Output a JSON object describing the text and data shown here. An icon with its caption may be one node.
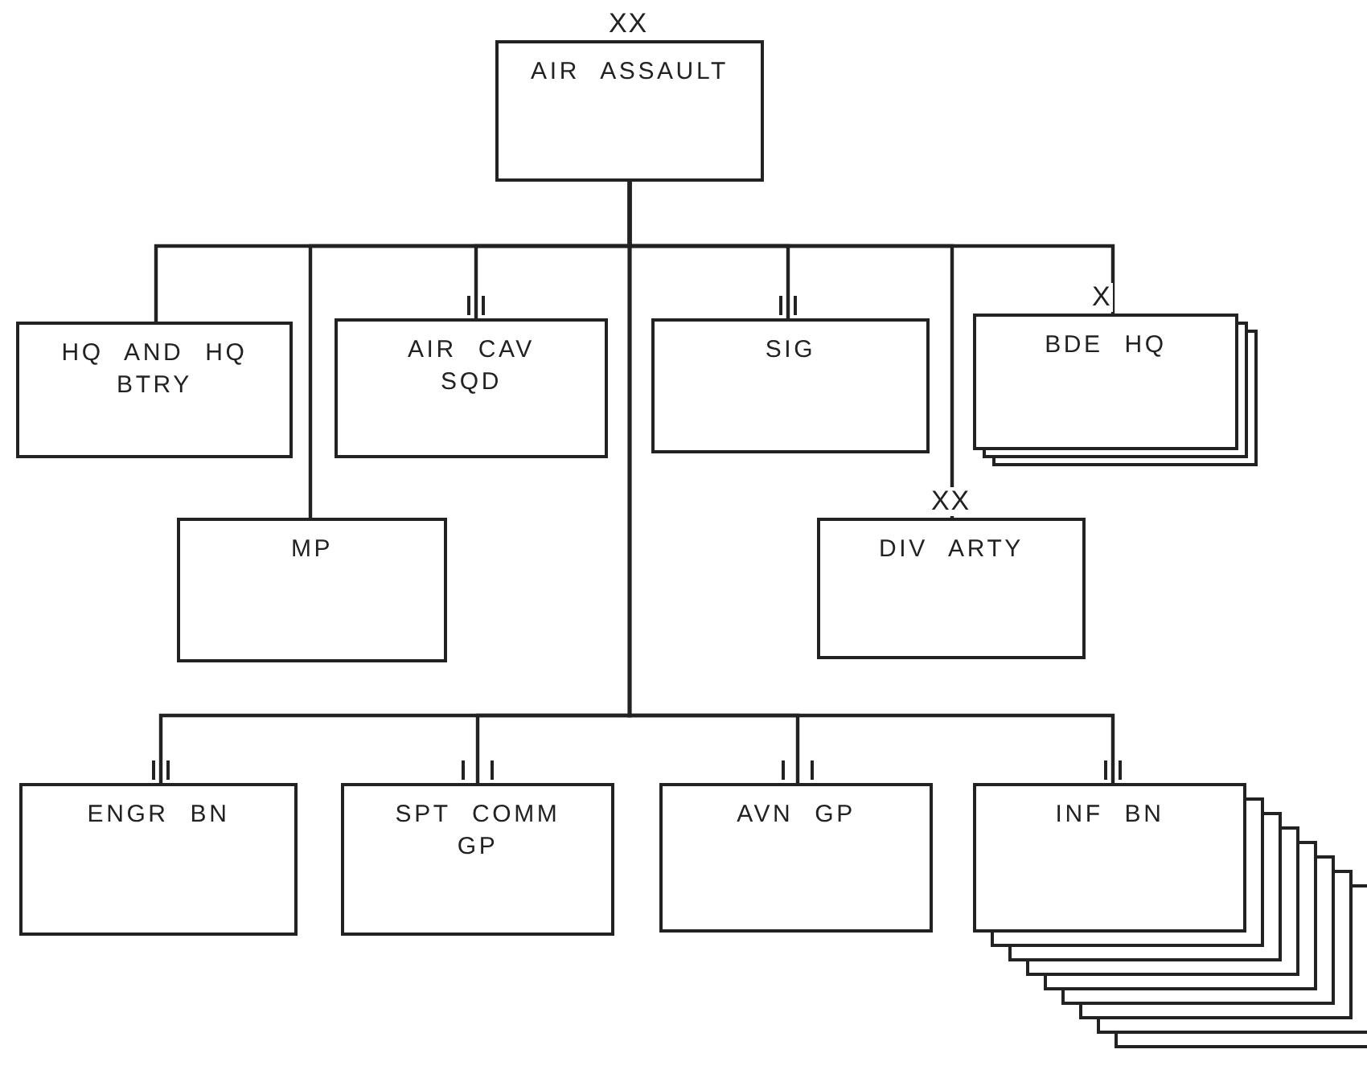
{
  "diagram": {
    "nodes": [
      {
        "text": [
          "AIR ASSAULT"
        ],
        "beside": [
          "XX"
        ]
      },
      {
        "text": [
          "HQ AND HQ BTRY"
        ]
      },
      {
        "text": [
          "AIR CAV SQD"
        ]
      },
      {
        "text": [
          "SIG"
        ]
      },
      {
        "text": [
          "BDE HQ"
        ],
        "beside": [
          "X"
        ]
      },
      {
        "text": [
          "MP"
        ]
      },
      {
        "text": [
          "DIV ARTY"
        ],
        "beside": [
          "XX"
        ]
      },
      {
        "text": [
          "ENGR BN"
        ]
      },
      {
        "text": [
          "SPT COMM GP"
        ]
      },
      {
        "text": [
          "AVN GP"
        ]
      },
      {
        "text": [
          "INF BN"
        ]
      }
    ],
    "edges": [
      {
        "from": 0,
        "to": 1,
        "arrow": "none"
      },
      {
        "from": 0,
        "to": 2,
        "arrow": "none"
      },
      {
        "from": 0,
        "to": 3,
        "arrow": "none"
      },
      {
        "from": 0,
        "to": 4,
        "arrow": "none"
      },
      {
        "from": 0,
        "to": 5,
        "arrow": "none"
      },
      {
        "from": 0,
        "to": 6,
        "arrow": "none"
      },
      {
        "from": 0,
        "to": 7,
        "arrow": "none"
      },
      {
        "from": 0,
        "to": 8,
        "arrow": "none"
      },
      {
        "from": 0,
        "to": 9,
        "arrow": "none"
      },
      {
        "from": 0,
        "to": 10,
        "arrow": "none"
      }
    ]
  }
}
